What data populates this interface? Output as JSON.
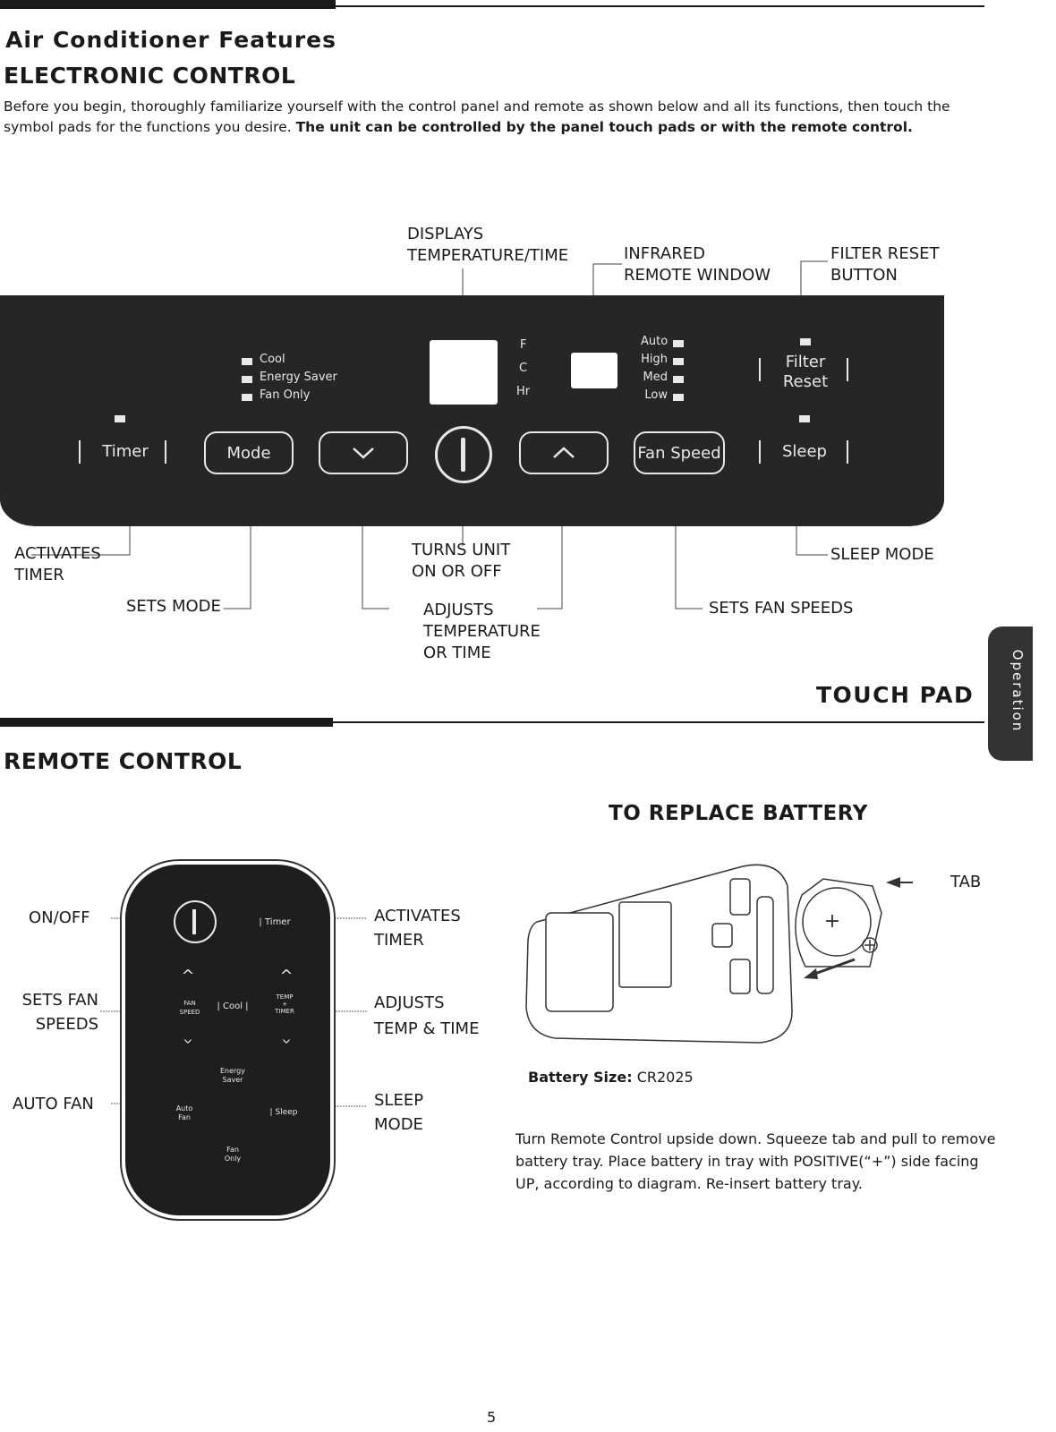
{
  "header": {
    "title": "Air Conditioner Features",
    "section": "ELECTRONIC CONTROL",
    "intro_part1": "Before you begin, thoroughly familiarize yourself with the control panel and remote as shown below and all its functions, then touch the symbol pads for the functions you desire. ",
    "intro_bold": "The unit can be controlled by the panel touch pads or with the remote control."
  },
  "touchpad": {
    "callouts": {
      "displays": "DISPLAYS\nTEMPERATURE/TIME",
      "infrared": "INFRARED\nREMOTE WINDOW",
      "filter_reset": "FILTER RESET\nBUTTON",
      "activates_timer": "ACTIVATES\nTIMER",
      "sets_mode": "SETS MODE",
      "turns_unit": "TURNS UNIT\nON OR OFF",
      "adjusts": "ADJUSTS\nTEMPERATURE\nOR TIME",
      "sets_fan": "SETS FAN SPEEDS",
      "sleep_mode": "SLEEP MODE"
    },
    "panel": {
      "modes": [
        "Cool",
        "Energy Saver",
        "Fan Only"
      ],
      "units": [
        "F",
        "C",
        "Hr"
      ],
      "fan_levels": [
        "Auto",
        "High",
        "Med",
        "Low"
      ],
      "filter": "Filter\nReset",
      "timer": "Timer",
      "mode": "Mode",
      "fan_speed": "Fan Speed",
      "sleep": "Sleep"
    },
    "title": "TOUCH PAD"
  },
  "side_tab": "Operation",
  "remote": {
    "section": "REMOTE CONTROL",
    "callouts": {
      "on_off": "ON/OFF",
      "sets_fan": "SETS FAN\nSPEEDS",
      "auto_fan": "AUTO FAN",
      "activates_timer": "ACTIVATES\nTIMER",
      "adjusts": "ADJUSTS\nTEMP & TIME",
      "sleep": "SLEEP\nMODE"
    },
    "buttons": {
      "timer": "Timer",
      "fan_speed": "FAN\nSPEED",
      "cool": "Cool",
      "temp_timer": "TEMP\n+\nTIMER",
      "energy_saver": "Energy\nSaver",
      "auto_fan": "Auto\nFan",
      "sleep": "Sleep",
      "fan_only": "Fan\nOnly"
    }
  },
  "battery": {
    "title": "TO REPLACE BATTERY",
    "tab_label": "TAB",
    "size_label": "Battery Size:",
    "size_value": "CR2025",
    "instructions": "Turn Remote Control upside down. Squeeze tab and pull to remove battery tray. Place battery in tray with POSITIVE(“+”) side facing UP, according to diagram. Re-insert battery tray."
  },
  "page_number": "5"
}
